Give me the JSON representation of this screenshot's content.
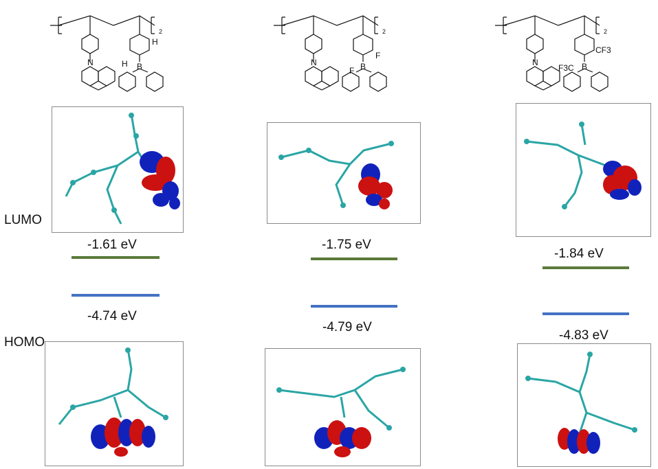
{
  "labels": {
    "lumo": "LUMO",
    "homo": "HOMO"
  },
  "structures": [
    {
      "subscript": "2",
      "atom_labels": [
        "N",
        "H",
        "H",
        "B"
      ]
    },
    {
      "subscript": "2",
      "atom_labels": [
        "N",
        "F",
        "F",
        "B"
      ]
    },
    {
      "subscript": "2",
      "atom_labels": [
        "N",
        "CF3",
        "F3C",
        "B"
      ]
    }
  ],
  "energies": [
    {
      "lumo": "-1.61 eV",
      "homo": "-4.74 eV"
    },
    {
      "lumo": "-1.75 eV",
      "homo": "-4.79 eV"
    },
    {
      "lumo": "-1.84 eV",
      "homo": "-4.83 eV"
    }
  ],
  "colors": {
    "lumo_bar": "#5a7a3a",
    "homo_bar": "#4472c4",
    "orbital_pos": "#cc1111",
    "orbital_neg": "#1122bb",
    "carbon": "#2aa5a5"
  }
}
